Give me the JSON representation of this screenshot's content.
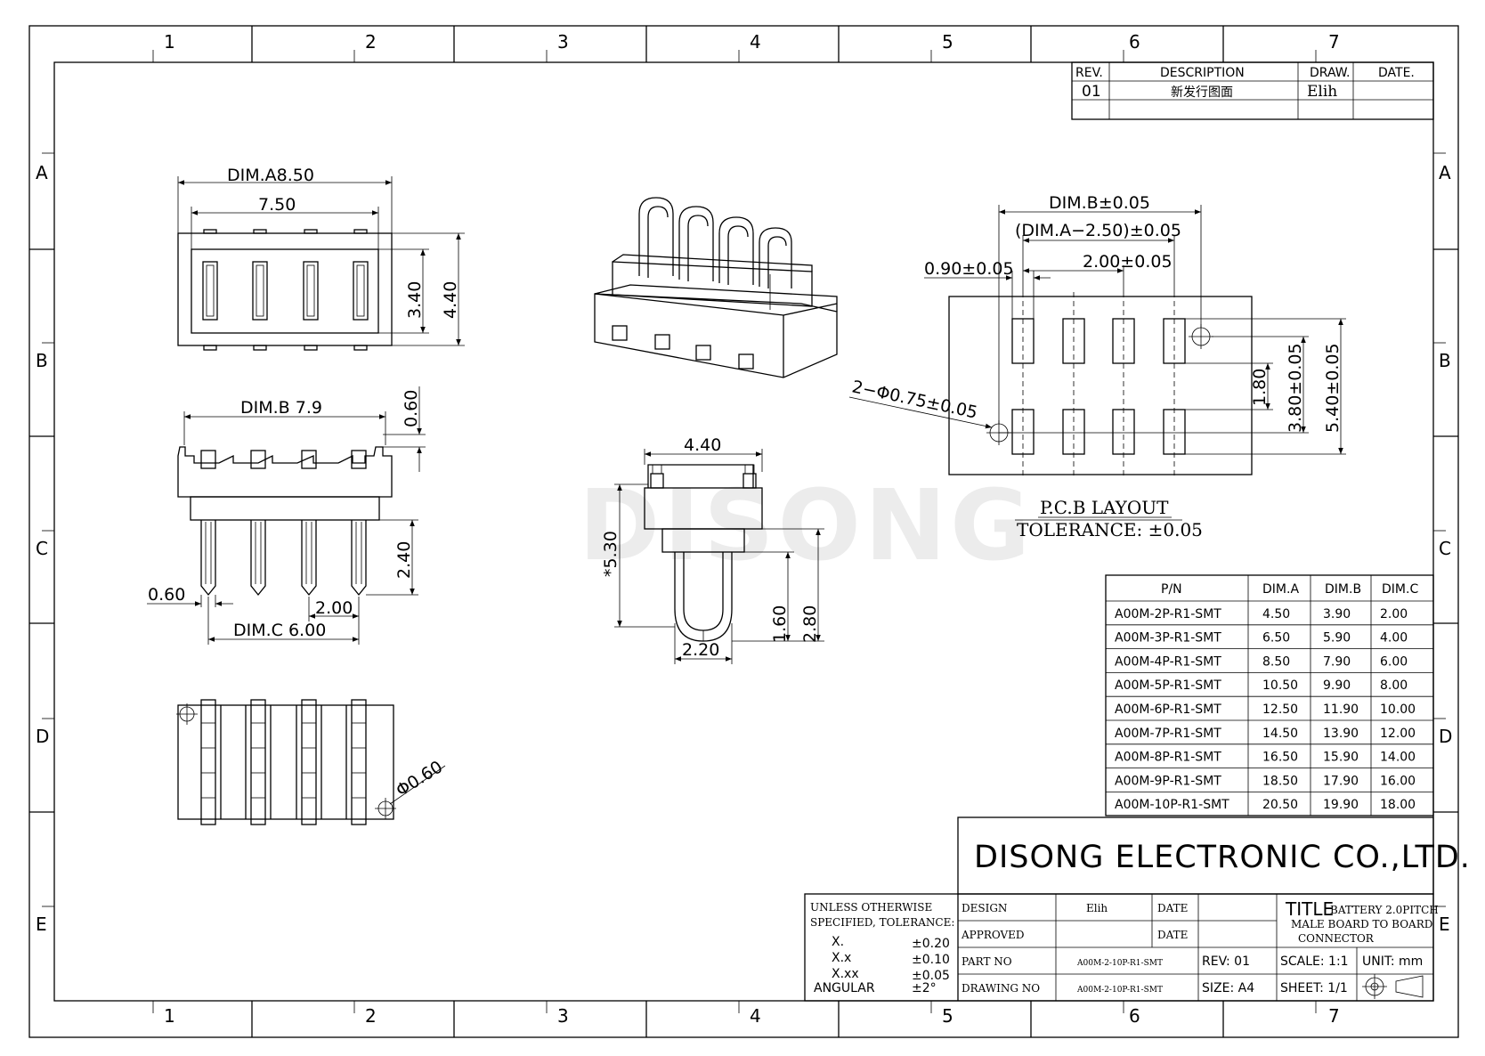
{
  "frame": {
    "col_labels": [
      "1",
      "2",
      "3",
      "4",
      "5",
      "6",
      "7"
    ],
    "row_labels": [
      "A",
      "B",
      "C",
      "D",
      "E"
    ]
  },
  "revision_table": {
    "headers": [
      "REV.",
      "DESCRIPTION",
      "DRAW.",
      "DATE."
    ],
    "rows": [
      [
        "01",
        "新发行图面",
        "Elih",
        ""
      ]
    ]
  },
  "watermark": "DISONG",
  "top_view": {
    "dim_a": "DIM.A8.50",
    "inner": "7.50",
    "h1": "3.40",
    "h2": "4.40"
  },
  "side_view": {
    "dim_b": "DIM.B  7.9",
    "top": "0.60",
    "pin_len": "2.40",
    "pin_w": "0.60",
    "pitch": "2.00",
    "dim_c": "DIM.C  6.00"
  },
  "end_view": {
    "width": "4.40",
    "height": "*5.30",
    "h_a": "1.60",
    "h_b": "2.80",
    "bottom": "2.20"
  },
  "bottom_view": {
    "hole": "Φ0.60"
  },
  "pcb_layout": {
    "dim_b": "DIM.B±0.05",
    "dim_a": "(DIM.A−2.50)±0.05",
    "pitch": "2.00±0.05",
    "pad_w": "0.90±0.05",
    "hole": "2−Φ0.75±0.05",
    "v1": "1.80",
    "v2": "3.80±0.05",
    "v3": "5.40±0.05",
    "title": "P.C.B LAYOUT",
    "tolerance": "TOLERANCE: ±0.05"
  },
  "pn_table": {
    "headers": [
      "P/N",
      "DIM.A",
      "DIM.B",
      "DIM.C"
    ],
    "rows": [
      [
        "A00M-2P-R1-SMT",
        "4.50",
        "3.90",
        "2.00"
      ],
      [
        "A00M-3P-R1-SMT",
        "6.50",
        "5.90",
        "4.00"
      ],
      [
        "A00M-4P-R1-SMT",
        "8.50",
        "7.90",
        "6.00"
      ],
      [
        "A00M-5P-R1-SMT",
        "10.50",
        "9.90",
        "8.00"
      ],
      [
        "A00M-6P-R1-SMT",
        "12.50",
        "11.90",
        "10.00"
      ],
      [
        "A00M-7P-R1-SMT",
        "14.50",
        "13.90",
        "12.00"
      ],
      [
        "A00M-8P-R1-SMT",
        "16.50",
        "15.90",
        "14.00"
      ],
      [
        "A00M-9P-R1-SMT",
        "18.50",
        "17.90",
        "16.00"
      ],
      [
        "A00M-10P-R1-SMT",
        "20.50",
        "19.90",
        "18.00"
      ]
    ]
  },
  "title_block": {
    "company": "DISONG ELECTRONIC CO.,LTD.",
    "tolerance_head1": "UNLESS OTHERWISE",
    "tolerance_head2": "SPECIFIED, TOLERANCE:",
    "tol_rows": [
      [
        "X.",
        "±0.20"
      ],
      [
        "X.x",
        "±0.10"
      ],
      [
        "X.xx",
        "±0.05"
      ],
      [
        "ANGULAR",
        "±2°"
      ]
    ],
    "design_label": "DESIGN",
    "design_value": "Elih",
    "date_label": "DATE",
    "approved_label": "APPROVED",
    "date_label2": "DATE",
    "part_no_label": "PART NO",
    "part_no_value": "A00M-2-10P-R1-SMT",
    "rev": "REV: 01",
    "drawing_no_label": "DRAWING NO",
    "drawing_no_value": "A00M-2-10P-R1-SMT",
    "size": "SIZE: A4",
    "title_label": "TITLE",
    "title_line1": "BATTERY 2.0PITCH",
    "title_line2": "MALE BOARD TO BOARD",
    "title_line3": "CONNECTOR",
    "scale": "SCALE: 1:1",
    "unit": "UNIT: mm",
    "sheet": "SHEET: 1/1"
  }
}
